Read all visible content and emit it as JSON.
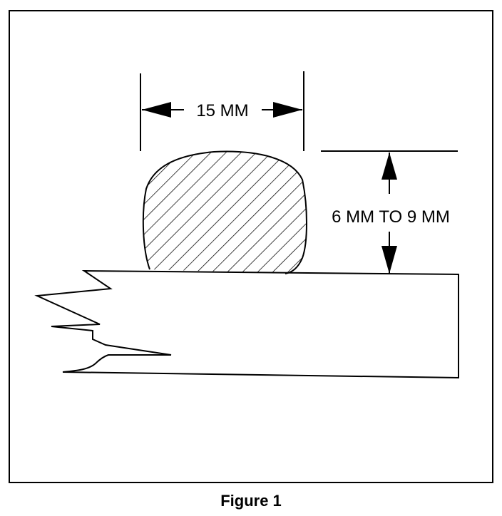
{
  "dimensions": {
    "width_label": "15 MM",
    "height_label": "6 MM TO 9 MM"
  },
  "caption": "Figure 1"
}
